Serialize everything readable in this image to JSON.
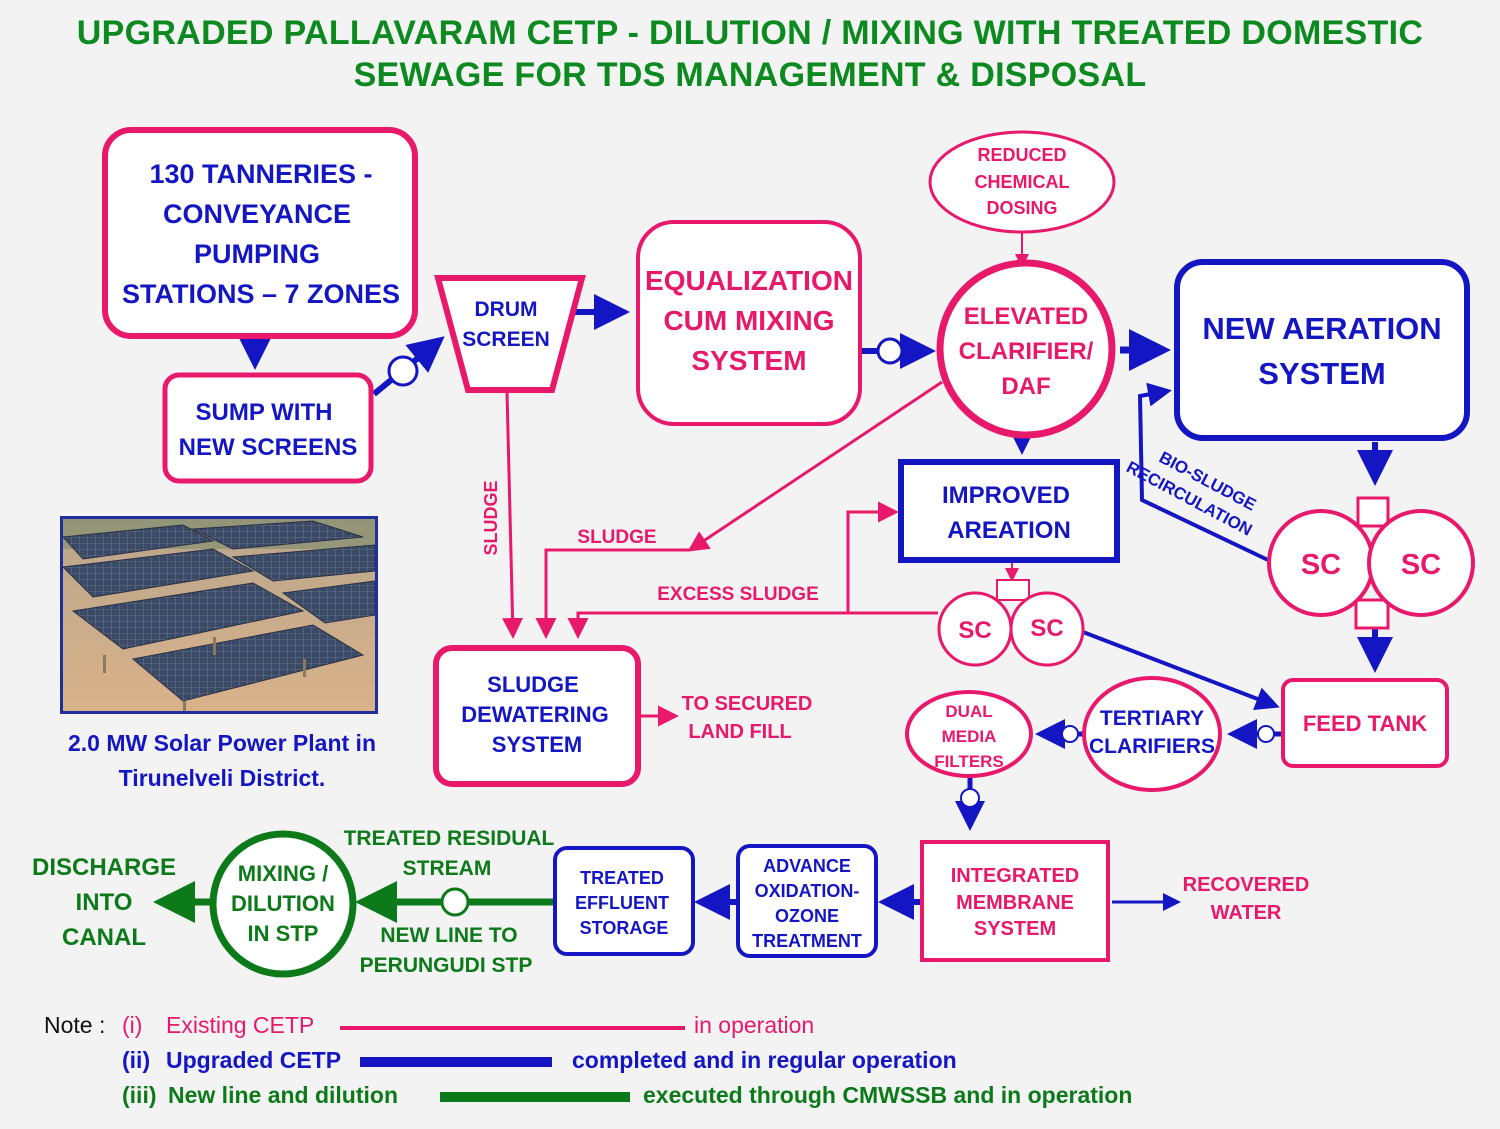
{
  "title": {
    "line1": "UPGRADED PALLAVARAM CETP - DILUTION / MIXING WITH TREATED DOMESTIC",
    "line2": "SEWAGE FOR TDS MANAGEMENT & DISPOSAL"
  },
  "colors": {
    "existing": "#e8196b",
    "upgraded": "#1416c4",
    "new_line": "#0d7a1a",
    "title": "#0d8a1f"
  },
  "nodes": {
    "tanneries": [
      "130 TANNERIES -",
      "CONVEYANCE",
      "PUMPING",
      "STATIONS – 7 ZONES"
    ],
    "sump": [
      "SUMP WITH",
      "NEW SCREENS"
    ],
    "drum": [
      "DRUM",
      "SCREEN"
    ],
    "equalization": [
      "EQUALIZATION",
      "CUM MIXING",
      "SYSTEM"
    ],
    "reduced": [
      "REDUCED",
      "CHEMICAL",
      "DOSING"
    ],
    "clarifier": [
      "ELEVATED",
      "CLARIFIER/",
      "DAF"
    ],
    "aeration": [
      "NEW AERATION",
      "SYSTEM"
    ],
    "improved": [
      "IMPROVED",
      "AREATION"
    ],
    "sc": "SC",
    "sludge_dewater": [
      "SLUDGE",
      "DEWATERING",
      "SYSTEM"
    ],
    "landfill": [
      "TO SECURED",
      "LAND FILL"
    ],
    "feed": "FEED TANK",
    "tertiary": [
      "TERTIARY",
      "CLARIFIERS"
    ],
    "dual": [
      "DUAL",
      "MEDIA",
      "FILTERS"
    ],
    "membrane": [
      "INTEGRATED",
      "MEMBRANE",
      "SYSTEM"
    ],
    "recovered": [
      "RECOVERED",
      "WATER"
    ],
    "advance": [
      "ADVANCE",
      "OXIDATION-",
      "OZONE",
      "TREATMENT"
    ],
    "storage": [
      "TREATED",
      "EFFLUENT",
      "STORAGE"
    ],
    "mixing": [
      "MIXING /",
      "DILUTION",
      "IN STP"
    ],
    "discharge": [
      "DISCHARGE",
      "INTO",
      "CANAL"
    ]
  },
  "labels": {
    "sludge_vertical": "SLUDGE",
    "sludge_diag": "SLUDGE",
    "excess": "EXCESS SLUDGE",
    "bio": [
      "BIO-SLUDGE",
      "RECIRCULATION"
    ],
    "treated_residual": [
      "TREATED RESIDUAL",
      "STREAM"
    ],
    "new_line": [
      "NEW LINE TO",
      "PERUNGUDI STP"
    ]
  },
  "solar_caption": [
    "2.0 MW Solar Power Plant in",
    "Tirunelveli District."
  ],
  "legend": {
    "note": "Note :",
    "items": [
      {
        "num": "(i)",
        "label": "Existing CETP",
        "desc": "in operation"
      },
      {
        "num": "(ii)",
        "label": "Upgraded CETP",
        "desc": "completed and in regular operation"
      },
      {
        "num": "(iii)",
        "label": "New line and dilution",
        "desc": "executed through CMWSSB and in operation"
      }
    ]
  }
}
